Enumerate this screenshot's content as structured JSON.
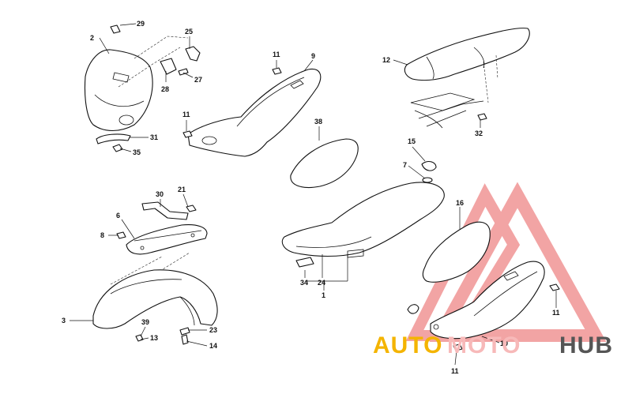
{
  "labels": {
    "l29": "29",
    "l2": "2",
    "l25": "25",
    "l28": "28",
    "l27": "27",
    "l31": "31",
    "l35": "35",
    "l11a": "11",
    "l9": "9",
    "l11b": "11",
    "l38": "38",
    "l12": "12",
    "l32": "32",
    "l15": "15",
    "l7": "7",
    "l30": "30",
    "l21": "21",
    "l6": "6",
    "l8": "8",
    "l3": "3",
    "l39": "39",
    "l13": "13",
    "l23": "23",
    "l14": "14",
    "l34": "34",
    "l24": "24",
    "l1": "1",
    "l16": "16",
    "l11c": "11",
    "l10": "10",
    "l11d": "11"
  },
  "watermark": {
    "part1": "AUTO",
    "part2": "MOTO",
    "part3": "HUB",
    "color_auto": "#f4b400",
    "color_moto": "#f7b9b9",
    "color_hub": "#555555",
    "triangle_color": "#e85a5a"
  }
}
